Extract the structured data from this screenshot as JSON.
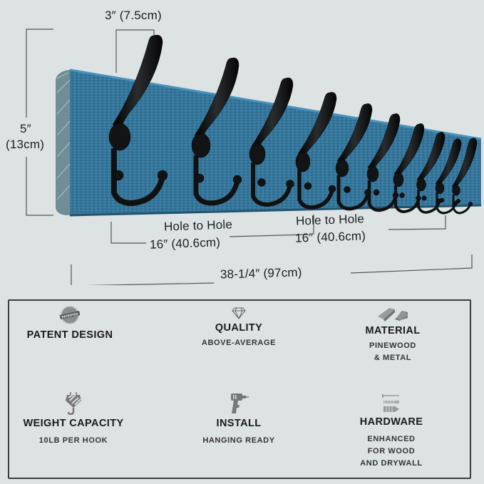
{
  "dimensions": {
    "hook_depth": "3″ (7.5cm)",
    "height_value": "5″",
    "height_metric": "(13cm)",
    "hole_left_label": "Hole to Hole",
    "hole_left_value": "16″ (40.6cm)",
    "hole_right_label": "Hole to Hole",
    "hole_right_value": "16″ (40.6cm)",
    "total_length": "38-1/4″ (97cm)"
  },
  "product": {
    "hook_count": 10,
    "board_color": "#3b7fa6",
    "hook_color": "#121416"
  },
  "features": [
    {
      "icon": "patent-badge-icon",
      "title": "PATENT DESIGN",
      "desc": []
    },
    {
      "icon": "diamond-icon",
      "title": "QUALITY",
      "desc": [
        "ABOVE-AVERAGE"
      ]
    },
    {
      "icon": "wood-planks-icon",
      "title": "MATERIAL",
      "desc": [
        "PINEWOOD",
        "& METAL"
      ]
    },
    {
      "icon": "crane-hook-icon",
      "title": "WEIGHT CAPACITY",
      "desc": [
        "10LB PER HOOK"
      ]
    },
    {
      "icon": "drill-icon",
      "title": "INSTALL",
      "desc": [
        "HANGING READY"
      ]
    },
    {
      "icon": "screws-anchors-icon",
      "title": "HARDWARE",
      "desc": [
        "ENHANCED",
        "FOR WOOD",
        "AND DRYWALL"
      ]
    }
  ]
}
